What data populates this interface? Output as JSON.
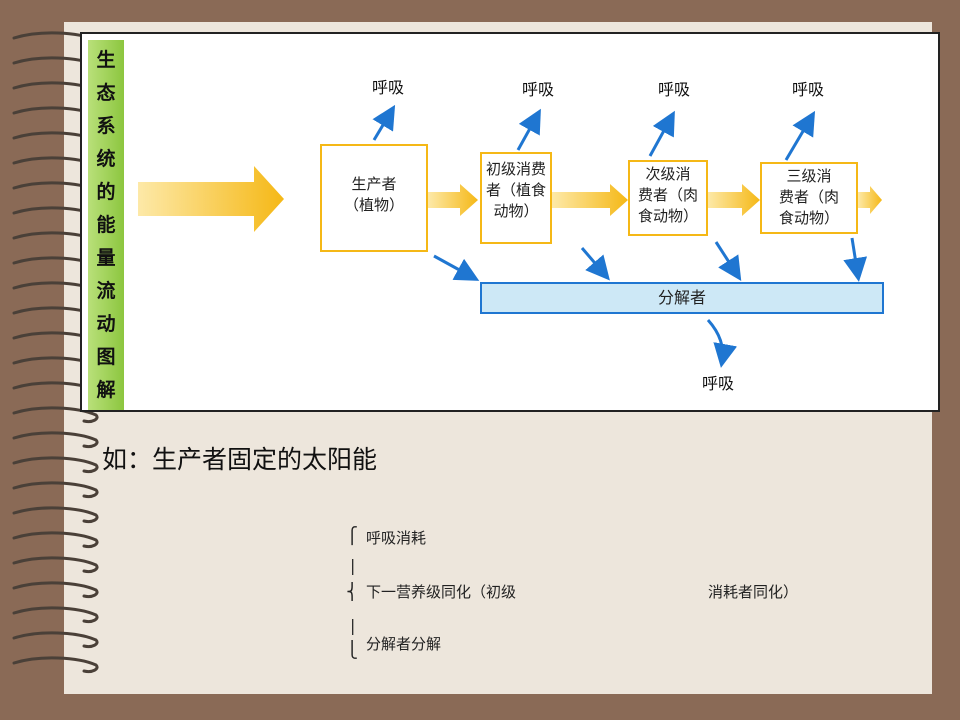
{
  "figure": {
    "vertical_title": [
      "生",
      "态",
      "系",
      "统",
      "的",
      "能",
      "量",
      "流",
      "动",
      "图",
      "解"
    ],
    "producer": {
      "line1": "生产者",
      "line2": "（植物）"
    },
    "primary": {
      "line1": "初级消费",
      "line2": "者（植食",
      "line3": "动物）"
    },
    "secondary": {
      "line1": "次级消",
      "line2": "费者（肉",
      "line3": "食动物）"
    },
    "tertiary": {
      "line1": "三级消",
      "line2": "费者（肉",
      "line3": "食动物）"
    },
    "respiration": "呼吸",
    "decomposer": "分解者"
  },
  "caption": "如：生产者固定的太阳能",
  "notes": {
    "item1": "呼吸消耗",
    "item2a": "下一营养级同化（初级",
    "item2b": "消耗者同化）",
    "item3": "分解者分解",
    "brace_top": "⎧",
    "brace_mid": "|",
    "brace_center": "⎨",
    "brace_bottom": "⎩"
  },
  "colors": {
    "energy_arrow": "#f5b816",
    "decay_arrow": "#1f76d1",
    "title_bar": "#8cc63f"
  }
}
